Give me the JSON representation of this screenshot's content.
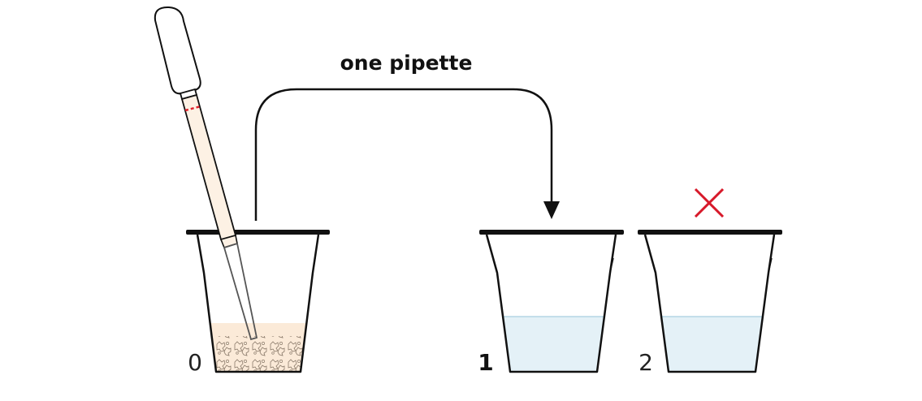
{
  "diagram": {
    "title": "one pipette",
    "cups": [
      {
        "number": "0",
        "emphasis": "normal",
        "content": "sediment"
      },
      {
        "number": "1",
        "emphasis": "bold",
        "content": "water"
      },
      {
        "number": "2",
        "emphasis": "normal",
        "content": "water"
      }
    ],
    "colors": {
      "outline": "#111111",
      "sediment_liquid": "#fbead8",
      "water": "#e4f1f7",
      "water_line": "#a9cfe0",
      "pipette_fill": "#fdf1e4",
      "pipette_mark": "#e0232e",
      "cross": "#d7192a",
      "arrow": "#111111"
    },
    "icons": {
      "pipette": "pipette-icon",
      "transfer_arrow": "curved-arrow-icon",
      "not_allowed": "red-cross-icon"
    }
  }
}
